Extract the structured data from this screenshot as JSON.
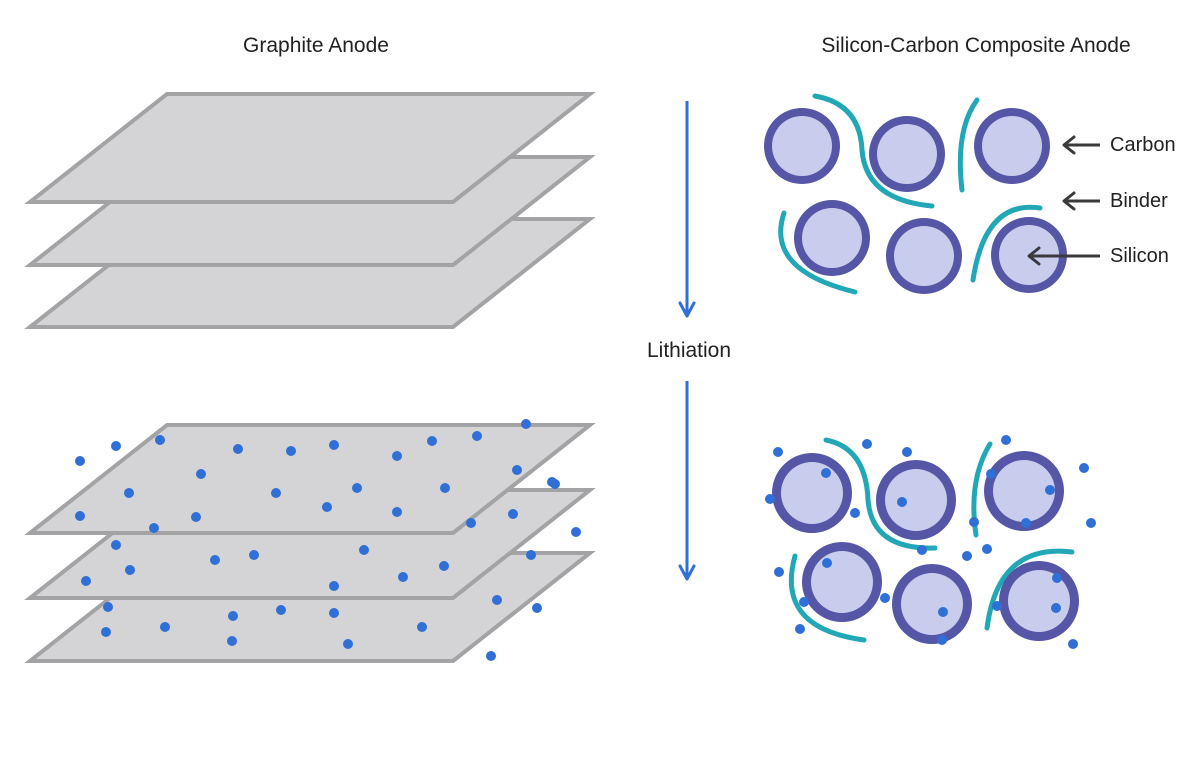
{
  "titles": {
    "graphite": "Graphite Anode",
    "composite": "Silicon-Carbon Composite Anode"
  },
  "process_label": "Lithiation",
  "callouts": {
    "carbon": "Carbon",
    "binder": "Binder",
    "silicon": "Silicon"
  },
  "colors": {
    "lithium": "#2f6fd6",
    "silicon_particle": "#c8cdee",
    "carbon_shell": "#5556a6",
    "binder": "#21a7b5",
    "graphite_sheet": "#d4d4d6"
  }
}
